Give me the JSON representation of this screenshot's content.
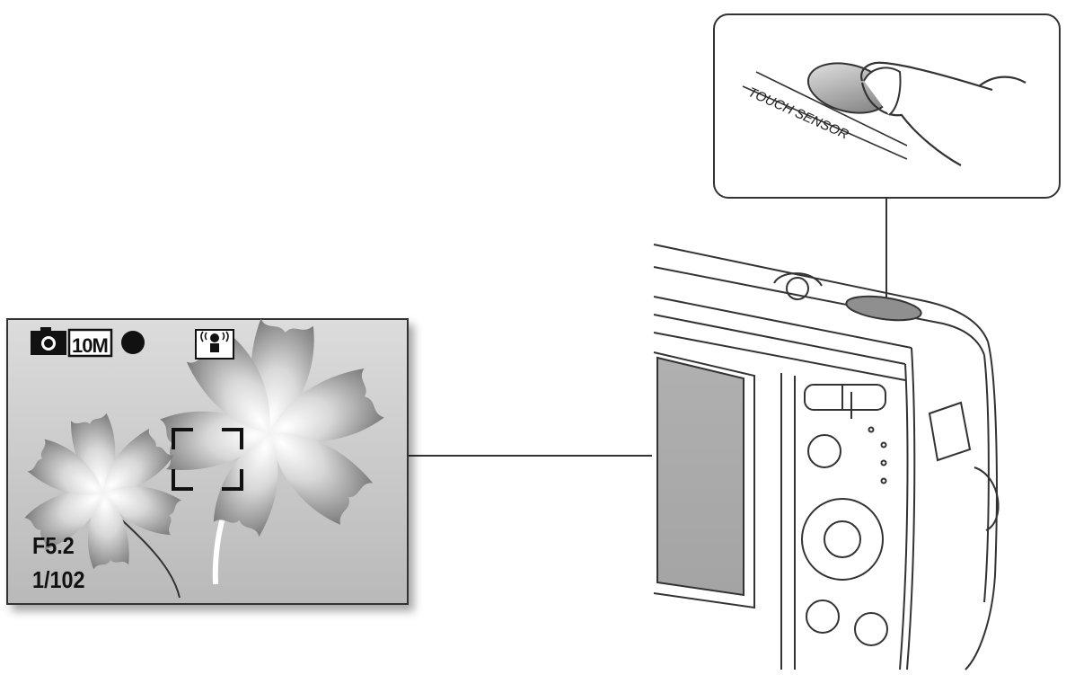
{
  "callout": {
    "sensor_label": "TOUCH SENSOR"
  },
  "lcd": {
    "resolution_label": "10M",
    "resolution_unit": "M",
    "aperture": "F5.2",
    "shutter": "1/102",
    "icons": [
      "camera-icon",
      "resolution-icon",
      "recording-dot-icon",
      "stabilizer-icon",
      "focus-frame-icon"
    ]
  }
}
